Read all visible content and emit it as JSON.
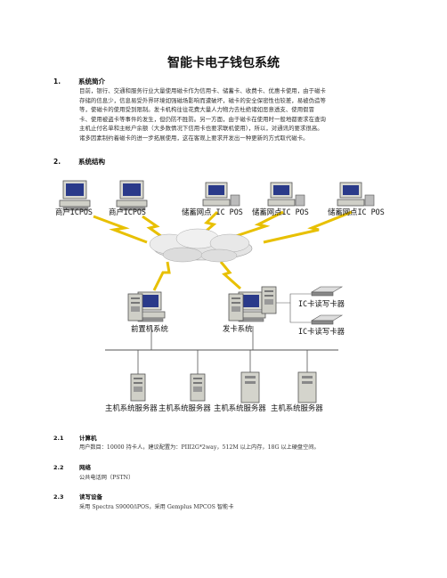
{
  "doc": {
    "title": "智能卡电子钱包系统",
    "section1": {
      "num": "1.",
      "title": "系统简介"
    },
    "intro_lines": [
      "目前，银行、交通和服务行业大量使用磁卡作为信用卡、储蓄卡、收费卡、优惠卡使用，由于磁卡",
      "存储的信息少，信息易受外界环境如强磁场影响而遭破坏，磁卡的安全保密性也较差，易被伪造等",
      "等，使磁卡的使用受到限制。发卡机构往往花费大量人力物力去杜绝诸如恶意透支、使用假冒",
      "卡、使用被盗卡等事件的发生，但仍防不胜防。另一方面，由于磁卡在使用时一般地都要求在查询",
      "主机止付名单和主帐户余额（大多数情况下信用卡也要求联机使用），所以，对通讯的要求很高。",
      "诸多因素制约着磁卡的进一步拓展使用，这在客观上要求开发出一种更新的方式取代磁卡。"
    ],
    "section2": {
      "num": "2.",
      "title": "系统结构"
    },
    "diagram": {
      "top_labels": [
        "商户ICPOS",
        "商户ICPOS",
        "储蓄网点 IC POS",
        "储蓄网点IC POS",
        "储蓄网点IC POS"
      ],
      "front_label": "前置机系统",
      "issuer_label": "发卡系统",
      "reader_labels": [
        "IC卡读写卡器",
        "IC卡读写卡器"
      ],
      "server_labels": [
        "主机系统服务器",
        "主机系统服务器",
        "主机系统服务器",
        "主机系统服务器"
      ]
    },
    "s21": {
      "num": "2.1",
      "title": "计算机",
      "text": "用户数目：10000 持卡人，建议配置为：PIII2G*2way，512M 以上内存，18G 以上硬盘空间。"
    },
    "s22": {
      "num": "2.2",
      "title": "网络",
      "text": "公共电话网（PSTN）"
    },
    "s23": {
      "num": "2.3",
      "title": "读写设备",
      "text": "采用 Spectra S9000/iPOS，采用 Gemplus MPCOS 智能卡"
    }
  }
}
